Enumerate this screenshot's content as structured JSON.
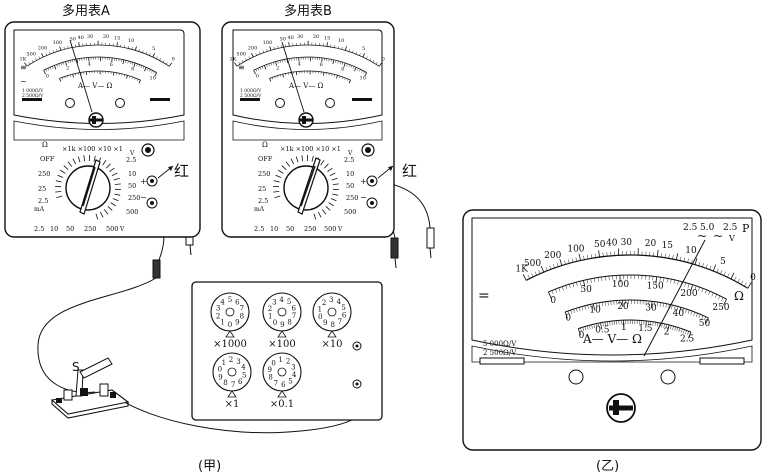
{
  "meters": {
    "a": {
      "title": "多用表A",
      "scale": "A— V— Ω",
      "sens": [
        "1 000Ω/V",
        "2 500Ω/V"
      ],
      "red": "红"
    },
    "b": {
      "title": "多用表B",
      "scale": "A— V— Ω",
      "sens": [
        "1 000Ω/V",
        "2 500Ω/V"
      ],
      "red": "红"
    }
  },
  "selector": {
    "ohm_sym": "Ω",
    "ohm_ranges": "×1k ×100 ×10 ×1",
    "off": "OFF",
    "ma_left": [
      "250",
      "25",
      "2.5"
    ],
    "ma_unit": "mA",
    "v_right": [
      "2.5",
      "10",
      "50",
      "250",
      "500"
    ],
    "v_unit": "V",
    "bottom": [
      "2.5",
      "10",
      "50",
      "250",
      "500"
    ],
    "bottom_unit": "V",
    "plus": "+",
    "minus": "−"
  },
  "small_scale": {
    "ohm_ticks": [
      "1K",
      "500",
      "200",
      "100",
      "50",
      "40",
      "30",
      "20",
      "15",
      "10",
      "5",
      "0"
    ],
    "v_ticks": [
      "0",
      "2",
      "4",
      "6",
      "8",
      "10"
    ]
  },
  "switch_label": "S",
  "resistance_box": {
    "multipliers": [
      "×1000",
      "×100",
      "×10",
      "×1",
      "×0.1"
    ],
    "dial_digits": [
      "0",
      "1",
      "2",
      "3",
      "4",
      "5",
      "6",
      "7",
      "8",
      "9"
    ]
  },
  "zoom_meter": {
    "ohm_ticks": [
      "1K",
      "500",
      "200",
      "100",
      "50",
      "40",
      "30",
      "20",
      "15",
      "10",
      "5",
      "0"
    ],
    "mid_ticks": [
      "0",
      "50",
      "100",
      "150",
      "200",
      "250"
    ],
    "inner_ticks": [
      "0",
      "10",
      "20",
      "30",
      "40",
      "50"
    ],
    "low_ticks": [
      "0",
      "0.5",
      "1",
      "1.5",
      "2",
      "2.5"
    ],
    "ac_ticks": [
      "2.5",
      "5.0",
      "2.5"
    ],
    "ac_unit": "V",
    "ohm_unit": "Ω",
    "p_label": "P",
    "dc_sym": "=",
    "ac_sym": "~",
    "scale_label": "A— V— Ω",
    "sens": [
      "5 000Ω/V",
      "2 500Ω/V"
    ]
  },
  "captions": {
    "left": "(甲)",
    "right": "(乙)"
  }
}
